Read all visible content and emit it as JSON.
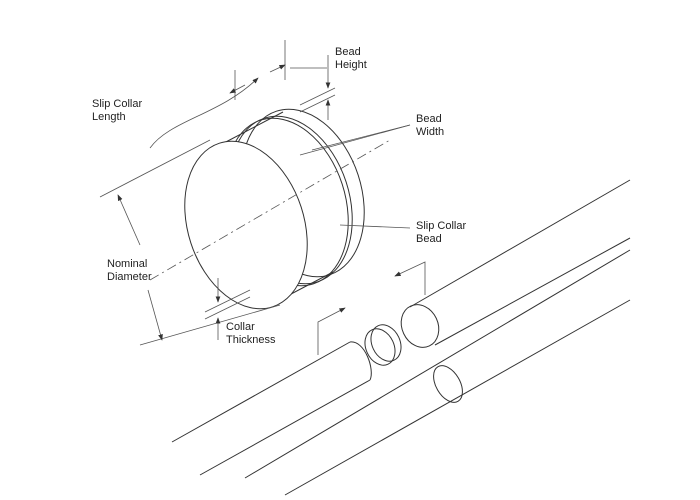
{
  "labels": {
    "bead_height": "Bead\nHeight",
    "slip_collar_length": "Slip Collar\nLength",
    "bead_width": "Bead\nWidth",
    "slip_collar_bead": "Slip Collar\nBead",
    "nominal_diameter": "Nominal\nDiameter",
    "collar_thickness": "Collar\nThickness"
  }
}
